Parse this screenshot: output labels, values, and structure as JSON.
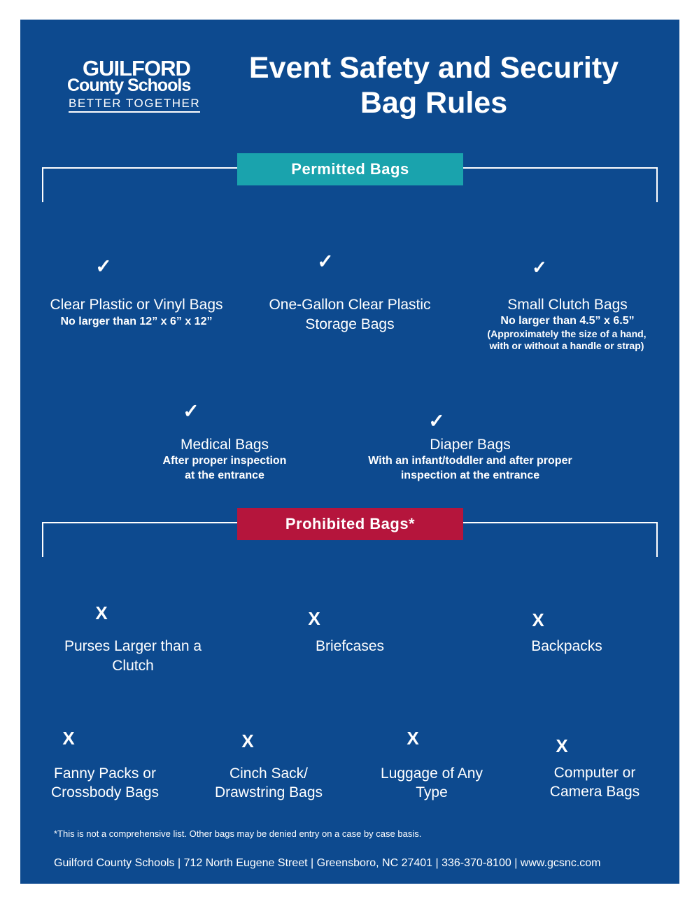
{
  "logo": {
    "line1": "GUILFORD",
    "line2": "County Schools",
    "tagline": "BETTER TOGETHER"
  },
  "title": {
    "line1": "Event Safety and Security",
    "line2": "Bag Rules"
  },
  "permitted": {
    "heading": "Permitted Bags",
    "items": [
      {
        "icon": "clear-tote-bag-icon",
        "label": "Clear Plastic or Vinyl Bags",
        "detail": "No larger than 12” x 6” x 12”"
      },
      {
        "icon": "gallon-storage-bag-icon",
        "label1": "One-Gallon Clear Plastic",
        "label2": "Storage Bags"
      },
      {
        "icon": "clutch-bag-icon",
        "label": "Small Clutch Bags",
        "detail": "No larger than 4.5” x 6.5”",
        "note1": "(Approximately the size of a hand,",
        "note2": "with or without a handle or strap)"
      },
      {
        "icon": "medical-bag-icon",
        "label": "Medical Bags",
        "detail1": "After proper inspection",
        "detail2": "at the entrance"
      },
      {
        "icon": "diaper-bag-icon",
        "label": "Diaper Bags",
        "detail1": "With an infant/toddler and after proper",
        "detail2": "inspection at the entrance"
      }
    ]
  },
  "prohibited": {
    "heading": "Prohibited Bags*",
    "items": [
      {
        "icon": "purse-icon",
        "label1": "Purses Larger than a",
        "label2": "Clutch"
      },
      {
        "icon": "briefcase-icon",
        "label": "Briefcases"
      },
      {
        "icon": "backpack-icon",
        "label": "Backpacks"
      },
      {
        "icon": "fanny-pack-icon",
        "label1": "Fanny Packs or",
        "label2": "Crossbody Bags"
      },
      {
        "icon": "cinch-sack-icon",
        "label1": "Cinch Sack/",
        "label2": "Drawstring Bags"
      },
      {
        "icon": "luggage-icon",
        "label1": "Luggage of Any",
        "label2": "Type"
      },
      {
        "icon": "camera-bag-icon",
        "label1": "Computer or",
        "label2": "Camera Bags"
      }
    ]
  },
  "footnote": "*This is not a comprehensive list. Other bags may be denied entry on a case by case basis.",
  "footer": {
    "address": "Guilford County Schools | 712 North Eugene Street | Greensboro, NC 27401 | 336-370-8100 | ",
    "link": "www.gcsnc.com"
  },
  "colors": {
    "background": "#0d4a8f",
    "teal": "#1aa3ad",
    "red": "#b5153c",
    "white": "#ffffff"
  },
  "marks": {
    "check": "✓",
    "x": "X"
  }
}
